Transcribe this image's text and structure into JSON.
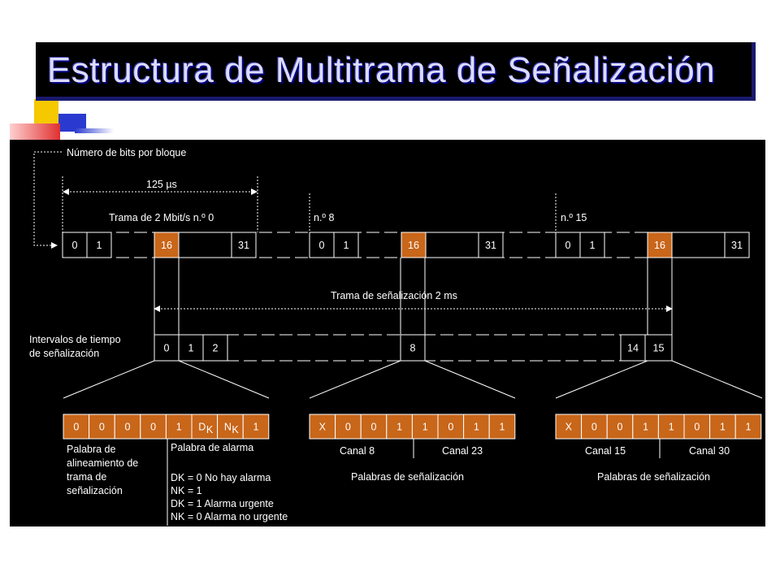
{
  "title": "Estructura de Multitrama de Señalización",
  "colors": {
    "orange": "#c8661a",
    "white": "#ffffff",
    "black": "#000000"
  },
  "labels": {
    "bits_per_block": "Número de bits por bloque",
    "period": "125 µs",
    "frame0": "Trama de 2 Mbit/s n.º 0",
    "frame8": "n.º  8",
    "frame15": "n.º  15",
    "signaling_frame": "Trama de señalización 2 ms",
    "intervals_line1": "Intervalos de tiempo",
    "intervals_line2": "de señalización",
    "alignment_line1": "Palabra de",
    "alignment_line2": "alineamiento de",
    "alignment_line3": "trama de",
    "alignment_line4": "señalización",
    "alarm_word": "Palabra de alarma",
    "alarm_dk0": "DK = 0  No hay alarma",
    "alarm_nk1": "NK = 1",
    "alarm_dk1": "DK = 1  Alarma urgente",
    "alarm_nk0": "NK = 0  Alarma no urgente",
    "canal8": "Canal  8",
    "canal23": "Canal 23",
    "canal15": "Canal  15",
    "canal30": "Canal 30",
    "sig_words_a": "Palabras de señalización",
    "sig_words_b": "Palabras de señalización"
  },
  "frames": [
    {
      "c0": "0",
      "c1": "1",
      "c16": "16",
      "c31": "31"
    },
    {
      "c0": "0",
      "c1": "1",
      "c16": "16",
      "c31": "31"
    },
    {
      "c0": "0",
      "c1": "1",
      "c16": "16",
      "c31": "31"
    }
  ],
  "slots": {
    "s0": "0",
    "s1": "1",
    "s2": "2",
    "s8": "8",
    "s14": "14",
    "s15": "15"
  },
  "word0_bits": [
    "0",
    "0",
    "0",
    "0",
    "1",
    "D",
    "N",
    "1"
  ],
  "word0_subscripts": [
    "K",
    "K"
  ],
  "word8_bits": [
    "X",
    "0",
    "0",
    "1",
    "1",
    "0",
    "1",
    "1"
  ],
  "word15_bits": [
    "X",
    "0",
    "0",
    "1",
    "1",
    "0",
    "1",
    "1"
  ]
}
